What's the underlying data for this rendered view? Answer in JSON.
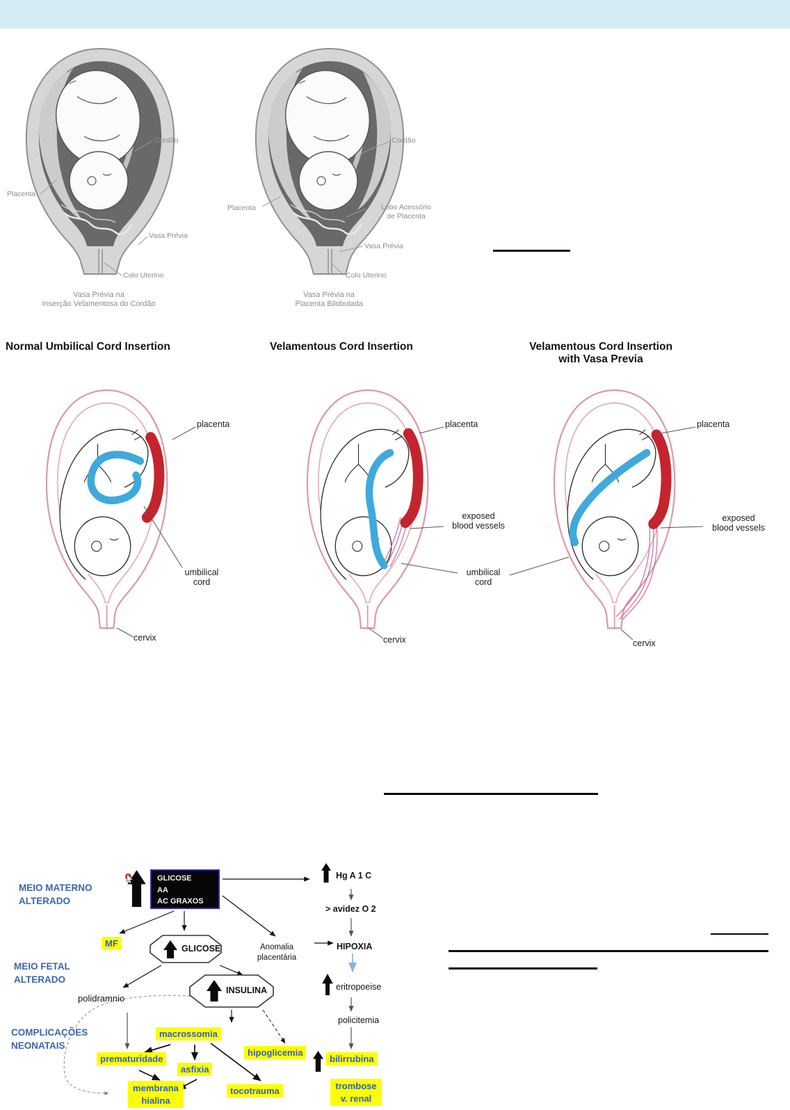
{
  "colors": {
    "topbar": "#d5ecf6",
    "highlight_yellow": "#fdfd02",
    "flow_blue_label": "#3a66ae",
    "yellow_box_text": "#2e5ecc",
    "placenta_red": "#c4242e",
    "cord_blue": "#3fa9dc",
    "box_border_blue": "#2d2db4"
  },
  "figure_top": {
    "panel1": {
      "label_cordao": "Cordão",
      "label_placenta": "Placenta",
      "label_vasa_previa": "Vasa Prévia",
      "label_colo_uterino": "Colo Uterino",
      "caption_line1": "Vasa Prévia na",
      "caption_line2": "Inserção Velamentosa do Cordão"
    },
    "panel2": {
      "label_cordao": "Cordão",
      "label_placenta": "Placenta",
      "label_lobo_line1": "Lobo Acessório",
      "label_lobo_line2": "de Placenta",
      "label_vasa_previa": "Vasa Prévia",
      "label_colo_uterino": "Colo Uterino",
      "caption_line1": "Vasa Prévia na",
      "caption_line2": "Placenta Bilobulada"
    }
  },
  "figure_mid": {
    "panel1": {
      "title": "Normal Umbilical Cord Insertion",
      "label_placenta": "placenta",
      "label_umbilical_line1": "umbilical",
      "label_umbilical_line2": "cord",
      "label_cervix": "cervix"
    },
    "panel2": {
      "title": "Velamentous Cord Insertion",
      "label_placenta": "placenta",
      "label_exposed_line1": "exposed",
      "label_exposed_line2": "blood vessels",
      "label_umbilical_line1": "umbilical",
      "label_umbilical_line2": "cord",
      "label_cervix": "cervix"
    },
    "panel3": {
      "title_line1": "Velamentous Cord Insertion",
      "title_line2": "with Vasa Previa",
      "label_placenta": "placenta",
      "label_exposed_line1": "exposed",
      "label_exposed_line2": "blood vessels",
      "label_cervix": "cervix"
    }
  },
  "flowchart": {
    "label_meio_materno_line1": "MEIO MATERNO",
    "label_meio_materno_line2": "ALTERADO",
    "label_meio_fetal_line1": "MEIO FETAL",
    "label_meio_fetal_line2": "ALTERADO",
    "label_complicacoes_line1": "COMPLICAÇÕES",
    "label_complicacoes_line2": "NEONATAIS",
    "box_glicose_line1": "GLICOSE",
    "box_glicose_line2": "AA",
    "box_glicose_line3": "AC GRAXOS",
    "node_hga1c": "Hg A 1 C",
    "node_avidez": "> avidez O 2",
    "node_hipoxia": "HIPOXIA",
    "node_mf": "MF",
    "node_glicose": "GLICOSE",
    "node_anomalia_line1": "Anomalia",
    "node_anomalia_line2": "placentária",
    "node_insulina": "INSULINA",
    "node_eritropoeise": "eritropoeise",
    "node_polidramnio": "polidramnio",
    "node_policitemia": "policitemia",
    "node_macrossomia": "macrossomia",
    "node_hipoglicemia": "hipoglicemia",
    "node_prematuridade": "prematuridade",
    "node_asfixia": "asfixia",
    "node_bilirrubina": "bilirrubina",
    "node_membrana_line1": "membrana",
    "node_membrana_line2": "hialina",
    "node_tocotrauma": "tocotrauma",
    "node_trombose_line1": "trombose",
    "node_trombose_line2": "v. renal"
  }
}
